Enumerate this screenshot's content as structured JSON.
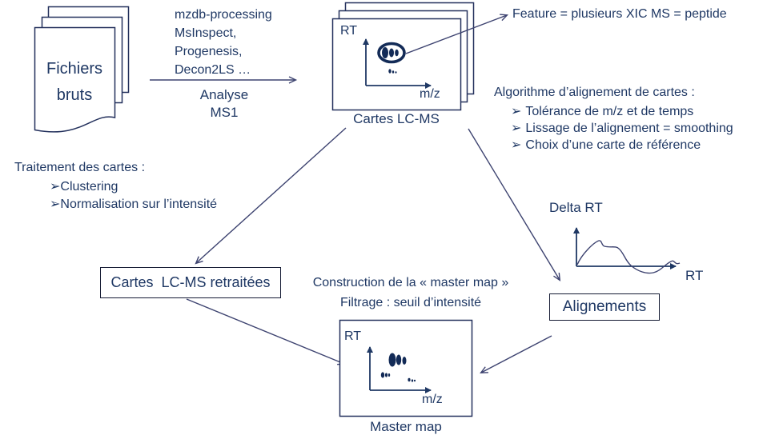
{
  "diagram": {
    "colors": {
      "ink": "#1f3864",
      "line": "#3d4370",
      "border": "#141a33",
      "background": "#ffffff"
    },
    "bullet_glyph": "➢",
    "raw_files": {
      "lines": [
        "Fichiers",
        "bruts"
      ]
    },
    "tools": {
      "lines": [
        "mzdb-processing",
        "MsInspect,",
        "Progenesis,",
        "Decon2LS …"
      ]
    },
    "analyse_arrow": {
      "lines": [
        "Analyse",
        "MS1"
      ]
    },
    "lcms_maps": {
      "caption": "Cartes LC-MS",
      "axis_y": "RT",
      "axis_x": "m/z"
    },
    "feature_note": {
      "text": "Feature = plusieurs XIC MS = peptide"
    },
    "alignment_algo": {
      "title": "Algorithme d’alignement de cartes :",
      "bullets": [
        "Tolérance de m/z et de temps",
        "Lissage de l’alignement = smoothing",
        "Choix d’une carte de référence"
      ]
    },
    "map_processing": {
      "title": "Traitement des cartes :",
      "bullets": [
        "Clustering",
        "Normalisation sur l’intensité"
      ]
    },
    "reprocessed_box": {
      "label": "Cartes  LC-MS retraitées"
    },
    "construction_note": {
      "lines": [
        "Construction de la « master map »",
        "Filtrage : seuil d’intensité"
      ]
    },
    "delta_plot": {
      "ylabel": "Delta RT",
      "xlabel": "RT"
    },
    "alignements_box": {
      "label": "Alignements"
    },
    "master_map": {
      "caption": "Master map",
      "axis_y": "RT",
      "axis_x": "m/z"
    }
  }
}
